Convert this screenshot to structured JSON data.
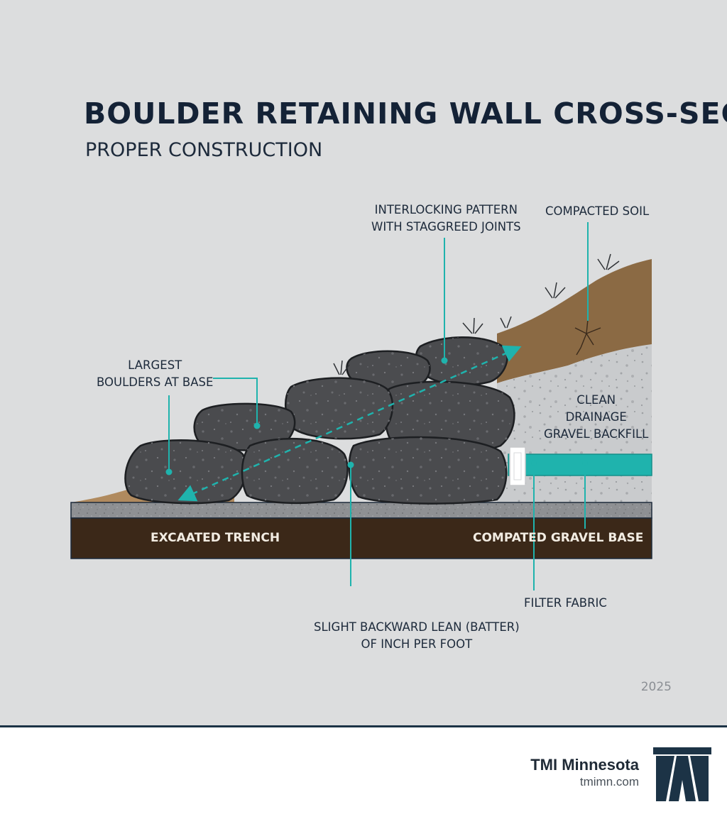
{
  "title": "BOULDER RETAINING WALL CROSS-SECTION",
  "subtitle": "PROPER CONSTRUCTION",
  "labels": {
    "interlocking": [
      "INTERLOCKING PATTERN",
      "WITH STAGGREED JOINTS"
    ],
    "compacted_soil": "COMPACTED SOIL",
    "largest": [
      "LARGEST",
      "BOULDERS AT BASE"
    ],
    "drainage": [
      "CLEAN",
      "DRAINAGE",
      "GRAVEL BACKFILL"
    ],
    "trench": "EXCAATED TRENCH",
    "gravel_base": "COMPATED GRAVEL BASE",
    "filter_fabric": "FILTER FABRIC",
    "batter": [
      "SLIGHT BACKWARD LEAN (BATTER)",
      "OF INCH PER FOOT"
    ]
  },
  "year": "2025",
  "footer": {
    "brand": "TMI Minnesota",
    "url": "tmimn.com"
  },
  "colors": {
    "background": "#dcddde",
    "accent": "#1fb3ad",
    "boulder": "#4a4b4e",
    "soil": "#8b6a44",
    "trench": "#3b2818",
    "gravel": "#c9cbcd",
    "navy": "#142236"
  },
  "icons": [
    "grass-tuft-icon",
    "root-icon",
    "leader-dot-icon",
    "tmi-logo-icon"
  ]
}
